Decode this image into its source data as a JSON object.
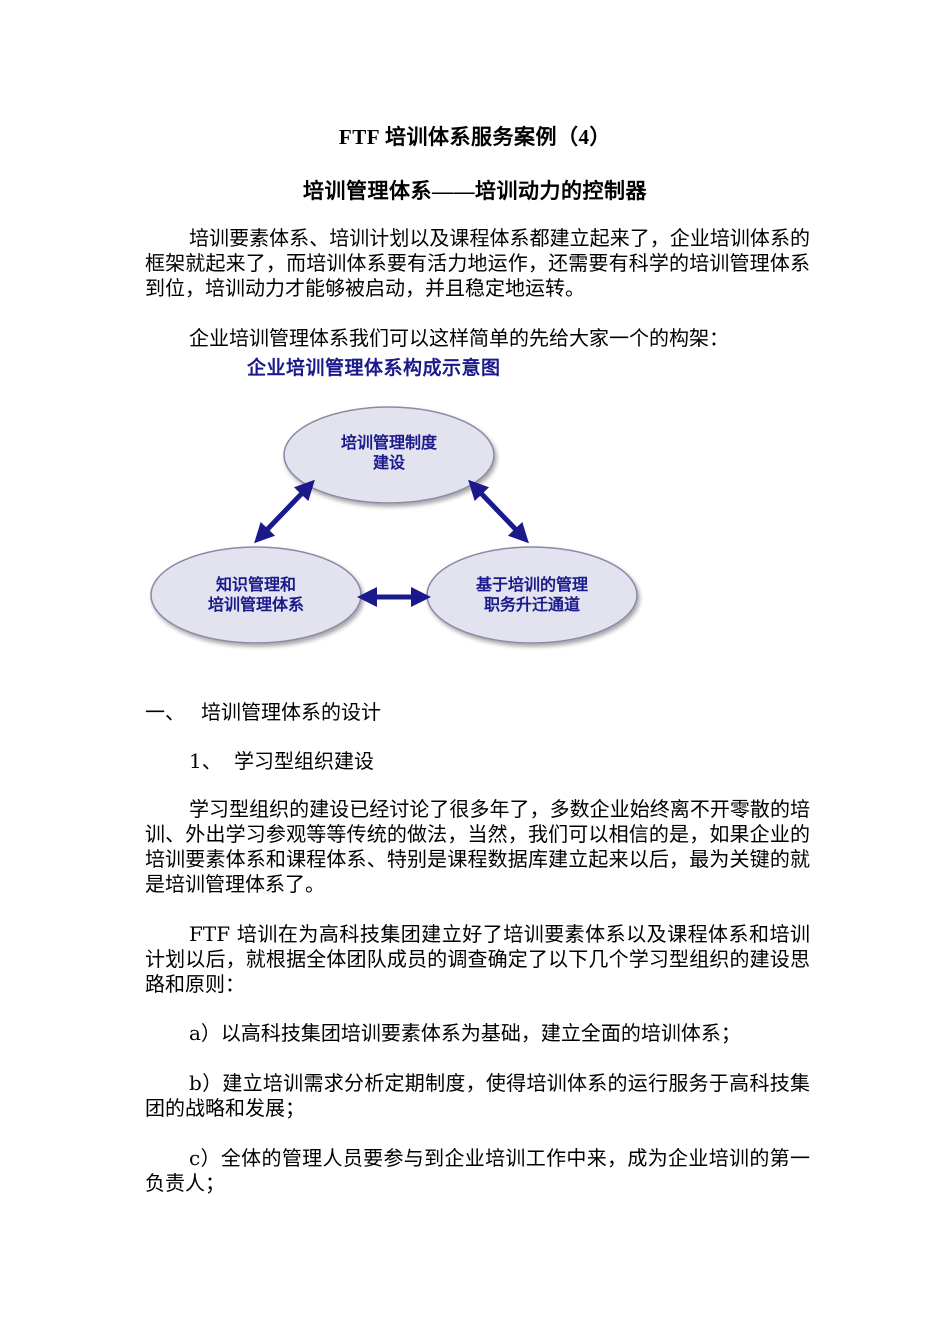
{
  "title": "FTF 培训体系服务案例（4）",
  "subtitle": "培训管理体系——培训动力的控制器",
  "intro_paragraph": "培训要素体系、培训计划以及课程体系都建立起来了，企业培训体系的框架就起来了，而培训体系要有活力地运作，还需要有科学的培训管理体系到位，培训动力才能够被启动，并且稳定地运转。",
  "diagram_intro": "企业培训管理体系我们可以这样简单的先给大家一个的构架：",
  "diagram": {
    "title": "企业培训管理体系构成示意图",
    "top_node": [
      "培训管理制度",
      "建设"
    ],
    "left_node": [
      "知识管理和",
      "培训管理体系"
    ],
    "right_node": [
      "基于培训的管理",
      "职务升迁通道"
    ],
    "node_fill": "#e3e3ef",
    "arrow_color": "#1a1a8c",
    "text_color": "#1a1a8c"
  },
  "section1": {
    "number": "一、",
    "title": "培训管理体系的设计"
  },
  "subsection1": {
    "number": "1、",
    "title": "学习型组织建设"
  },
  "paragraph_learning": "学习型组织的建设已经讨论了很多年了，多数企业始终离不开零散的培训、外出学习参观等等传统的做法，当然，我们可以相信的是，如果企业的培训要素体系和课程体系、特别是课程数据库建立起来以后，最为关键的就是培训管理体系了。",
  "paragraph_ftf": "FTF 培训在为高科技集团建立好了培训要素体系以及课程体系和培训计划以后，就根据全体团队成员的调查确定了以下几个学习型组织的建设思路和原则：",
  "items": [
    "a）以高科技集团培训要素体系为基础，建立全面的培训体系；",
    "b）建立培训需求分析定期制度，使得培训体系的运行服务于高科技集团的战略和发展；",
    "c）全体的管理人员要参与到企业培训工作中来，成为企业培训的第一负责人；"
  ]
}
